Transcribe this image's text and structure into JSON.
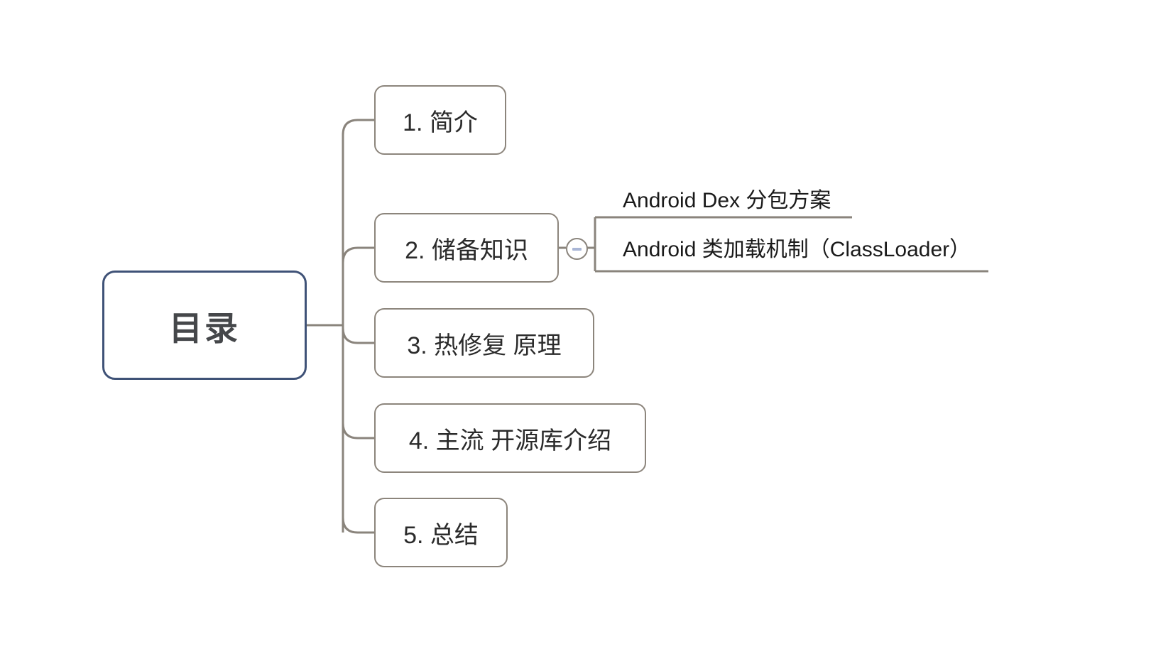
{
  "diagram": {
    "type": "mind-map",
    "title": "目录",
    "background_color": "#ffffff",
    "root": {
      "label": "目录",
      "border_color": "#3f5277",
      "text_color": "#45474a"
    },
    "branch_border_color": "#8c857c",
    "connector_color": "#8a847c",
    "toggle_accent_color": "#a9b6d6",
    "branches": [
      {
        "id": 1,
        "label": "1. 简介"
      },
      {
        "id": 2,
        "label": "2. 储备知识"
      },
      {
        "id": 3,
        "label": "3. 热修复 原理"
      },
      {
        "id": 4,
        "label": "4. 主流 开源库介绍"
      },
      {
        "id": 5,
        "label": "5. 总结"
      }
    ],
    "toggle": {
      "name": "collapse-toggle",
      "state": "expanded",
      "glyph": "minus"
    },
    "sub_branches": [
      {
        "parent": 2,
        "label": "Android Dex 分包方案"
      },
      {
        "parent": 2,
        "label": "Android 类加载机制（ClassLoader）"
      }
    ]
  }
}
